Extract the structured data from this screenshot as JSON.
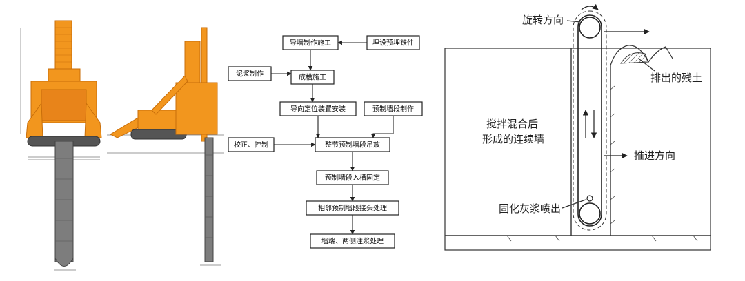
{
  "flowchart": {
    "nodes": [
      {
        "id": "n1",
        "label": "导墙制作施工"
      },
      {
        "id": "n2",
        "label": "埋设预埋铁件"
      },
      {
        "id": "n3",
        "label": "泥浆制作"
      },
      {
        "id": "n4",
        "label": "成槽施工"
      },
      {
        "id": "n5",
        "label": "导向定位装置安装"
      },
      {
        "id": "n6",
        "label": "预制墙段制作"
      },
      {
        "id": "n7",
        "label": "校正、控制"
      },
      {
        "id": "n8",
        "label": "整节预制墙段吊放"
      },
      {
        "id": "n9",
        "label": "预制墙段入槽固定"
      },
      {
        "id": "n10",
        "label": "相邻预制墙段接头处理"
      },
      {
        "id": "n11",
        "label": "墙端、两侧注浆处理"
      }
    ],
    "edges": [
      {
        "from": "n2",
        "to": "n1"
      },
      {
        "from": "n1",
        "to": "n4"
      },
      {
        "from": "n3",
        "to": "n4"
      },
      {
        "from": "n4",
        "to": "n5"
      },
      {
        "from": "n5",
        "to": "n8"
      },
      {
        "from": "n6",
        "to": "n8"
      },
      {
        "from": "n7",
        "to": "n8"
      },
      {
        "from": "n8",
        "to": "n9"
      },
      {
        "from": "n9",
        "to": "n10"
      },
      {
        "from": "n10",
        "to": "n11"
      }
    ]
  },
  "section": {
    "rotation_label": "旋转方向",
    "spoil_label": "排出的残土",
    "wall_label_line1": "搅拌混合后",
    "wall_label_line2": "形成的连续墙",
    "advance_label": "推进方向",
    "grout_label": "固化灰浆喷出"
  },
  "colors": {
    "machine": "#f2961e",
    "machine_dark": "#c86e0a",
    "cutter": "#7d7d7d",
    "line": "#222222"
  }
}
